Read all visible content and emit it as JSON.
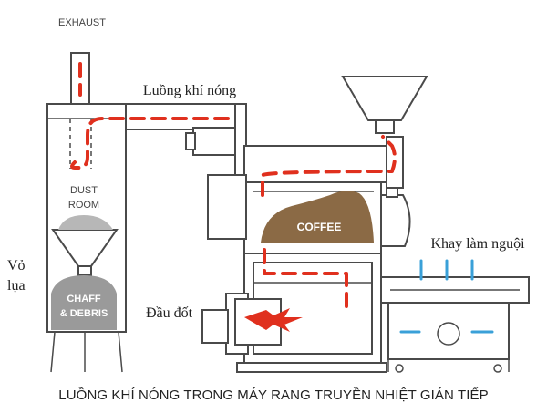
{
  "labels": {
    "exhaust": "EXHAUST",
    "hot_air": "Luồng khí nóng",
    "dust_room_line1": "DUST",
    "dust_room_line2": "ROOM",
    "chaff_line1": "CHAFF",
    "chaff_line2": "& DEBRIS",
    "coffee": "COFFEE",
    "cooling_tray": "Khay làm nguội",
    "casing_line1": "Vỏ",
    "casing_line2": "lụa",
    "burner": "Đầu đốt"
  },
  "caption": "LUỒNG KHÍ NÓNG TRONG MÁY RANG TRUYỀN NHIỆT GIÁN TIẾP",
  "colors": {
    "hot_air": "#e0301e",
    "cooling_air": "#3aa0d8",
    "coffee": "#8b6a45",
    "chaff": "#9a9a9a",
    "outline": "#4a4a4a"
  }
}
